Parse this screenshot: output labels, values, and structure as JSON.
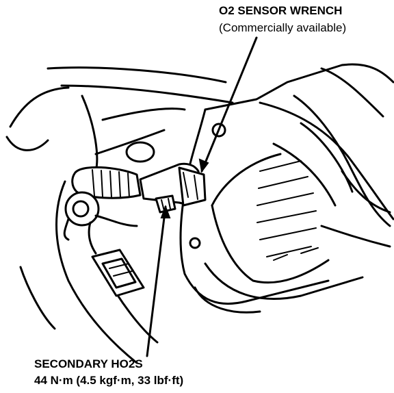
{
  "callouts": {
    "wrench": {
      "title": "O2 SENSOR WRENCH",
      "note": "(Commercially available)"
    },
    "sensor": {
      "title": "SECONDARY HO2S",
      "torque": "44 N·m (4.5 kgf·m, 33 lbf·ft)"
    }
  }
}
